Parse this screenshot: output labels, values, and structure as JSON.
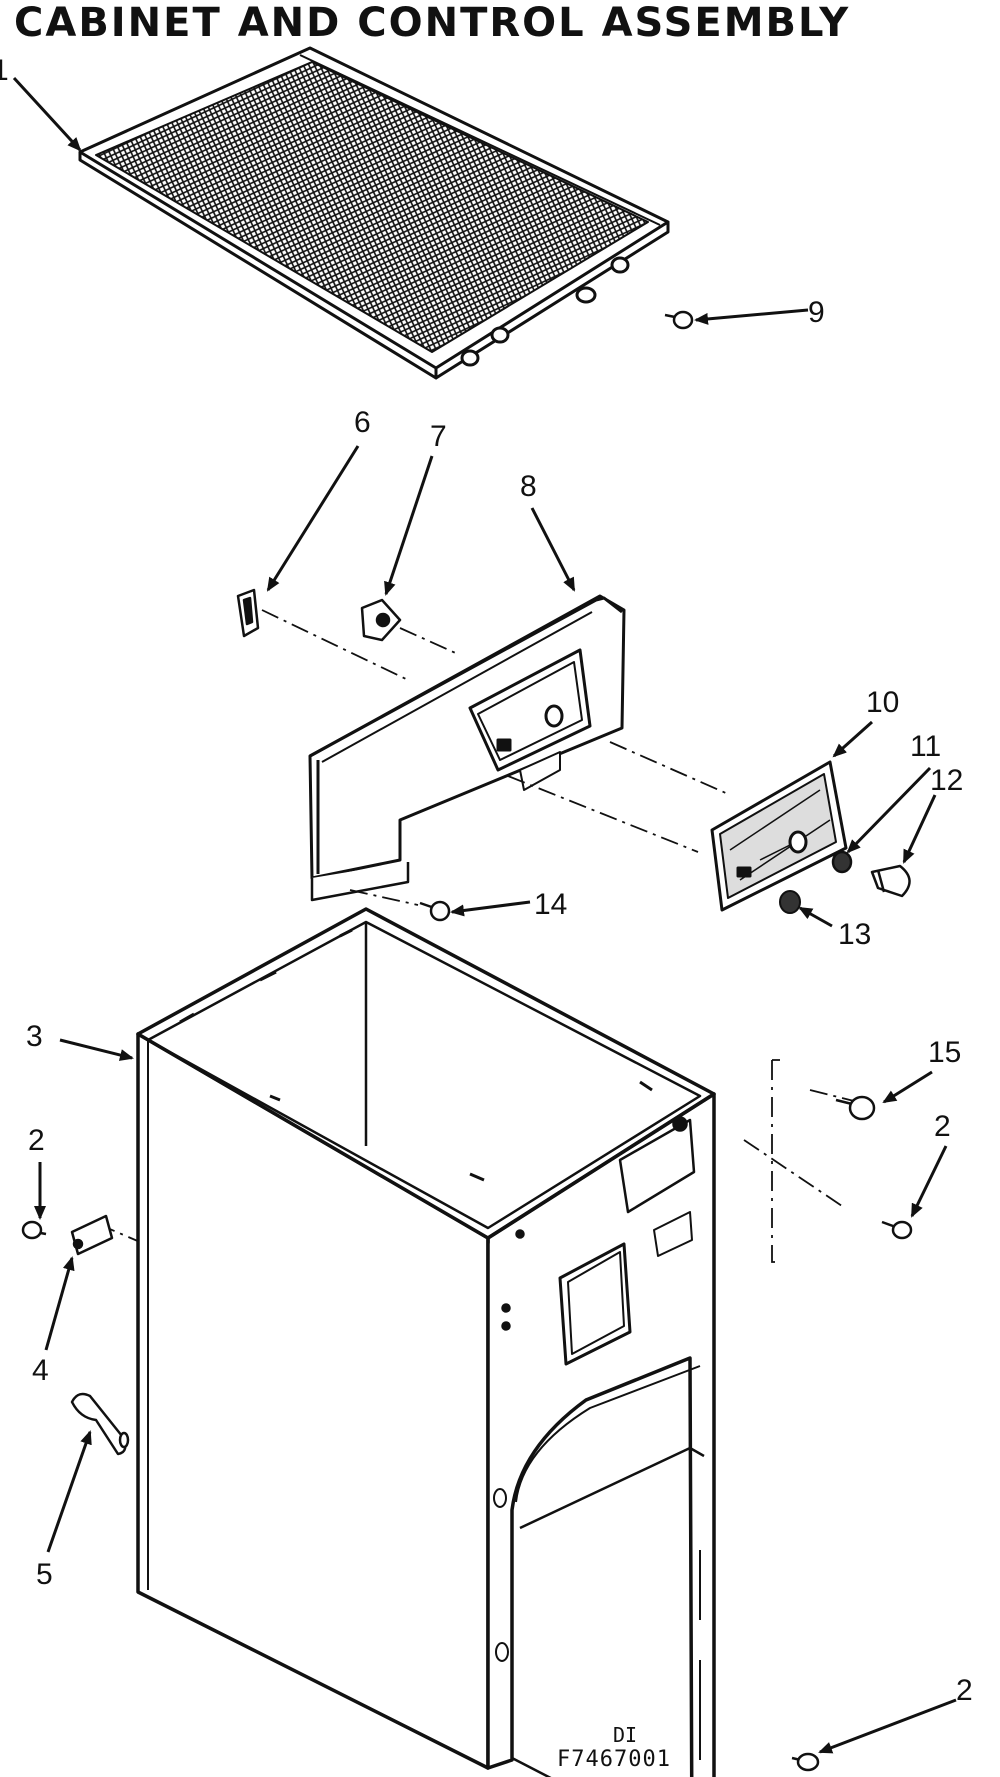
{
  "title": "CABINET AND CONTROL ASSEMBLY",
  "diagram_code": "DI",
  "drawing_number": "F7467001",
  "callouts": [
    {
      "id": "c1",
      "label": "1"
    },
    {
      "id": "c9",
      "label": "9"
    },
    {
      "id": "c6",
      "label": "6"
    },
    {
      "id": "c7",
      "label": "7"
    },
    {
      "id": "c8",
      "label": "8"
    },
    {
      "id": "c10",
      "label": "10"
    },
    {
      "id": "c11",
      "label": "11"
    },
    {
      "id": "c12",
      "label": "12"
    },
    {
      "id": "c13",
      "label": "13"
    },
    {
      "id": "c14",
      "label": "14"
    },
    {
      "id": "c3",
      "label": "3"
    },
    {
      "id": "c15",
      "label": "15"
    },
    {
      "id": "c2a",
      "label": "2"
    },
    {
      "id": "c2b",
      "label": "2"
    },
    {
      "id": "c4",
      "label": "4"
    },
    {
      "id": "c5",
      "label": "5"
    },
    {
      "id": "c2c",
      "label": "2"
    }
  ]
}
